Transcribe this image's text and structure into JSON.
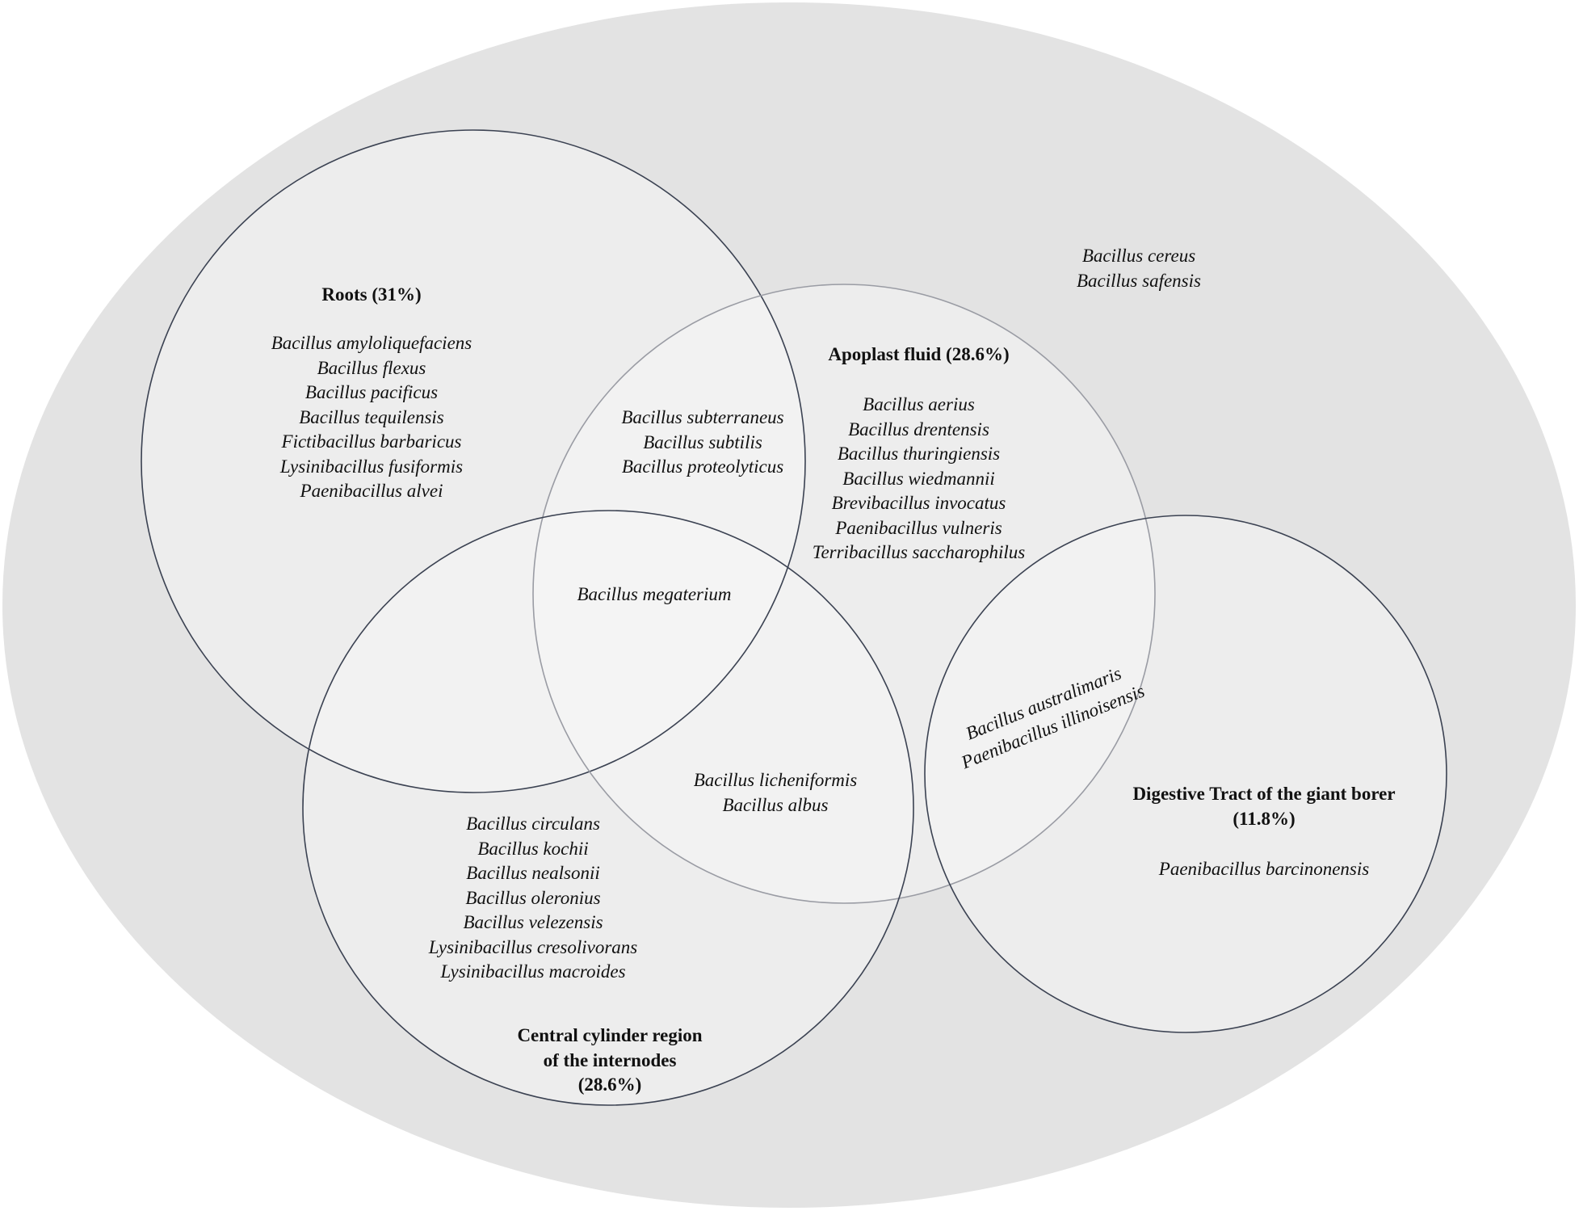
{
  "colors": {
    "outer_fill": "#e3e3e3",
    "circle_fill": "#f5f5f5",
    "stroke_dark": "#3b4252",
    "stroke_light": "#9a9ca4"
  },
  "outside": {
    "species": [
      "Bacillus cereus",
      "Bacillus safensis"
    ]
  },
  "roots": {
    "title": "Roots (31%)",
    "species": [
      "Bacillus amyloliquefaciens",
      "Bacillus flexus",
      "Bacillus pacificus",
      "Bacillus tequilensis",
      "Fictibacillus barbaricus",
      "Lysinibacillus fusiformis",
      "Paenibacillus alvei"
    ]
  },
  "apoplast": {
    "title": "Apoplast fluid (28.6%)",
    "species": [
      "Bacillus aerius",
      "Bacillus drentensis",
      "Bacillus thuringiensis",
      "Bacillus wiedmannii",
      "Brevibacillus invocatus",
      "Paenibacillus vulneris",
      "Terribacillus saccharophilus"
    ]
  },
  "roots_apoplast": {
    "species": [
      "Bacillus subterraneus",
      "Bacillus subtilis",
      "Bacillus proteolyticus"
    ]
  },
  "all_three": {
    "species": [
      "Bacillus megaterium"
    ]
  },
  "central_apoplast": {
    "species": [
      "Bacillus licheniformis",
      "Bacillus albus"
    ]
  },
  "central": {
    "title_lines": [
      "Central cylinder region",
      "of the internodes",
      "(28.6%)"
    ],
    "species": [
      "Bacillus circulans",
      "Bacillus kochii",
      "Bacillus nealsonii",
      "Bacillus oleronius",
      "Bacillus velezensis",
      "Lysinibacillus cresolivorans",
      "Lysinibacillus macroides"
    ]
  },
  "apoplast_digestive": {
    "species": [
      "Bacillus australimaris",
      "Paenibacillus illinoisensis"
    ]
  },
  "digestive": {
    "title_lines": [
      "Digestive Tract of the giant borer",
      "(11.8%)"
    ],
    "species": [
      "Paenibacillus barcinonensis"
    ]
  }
}
